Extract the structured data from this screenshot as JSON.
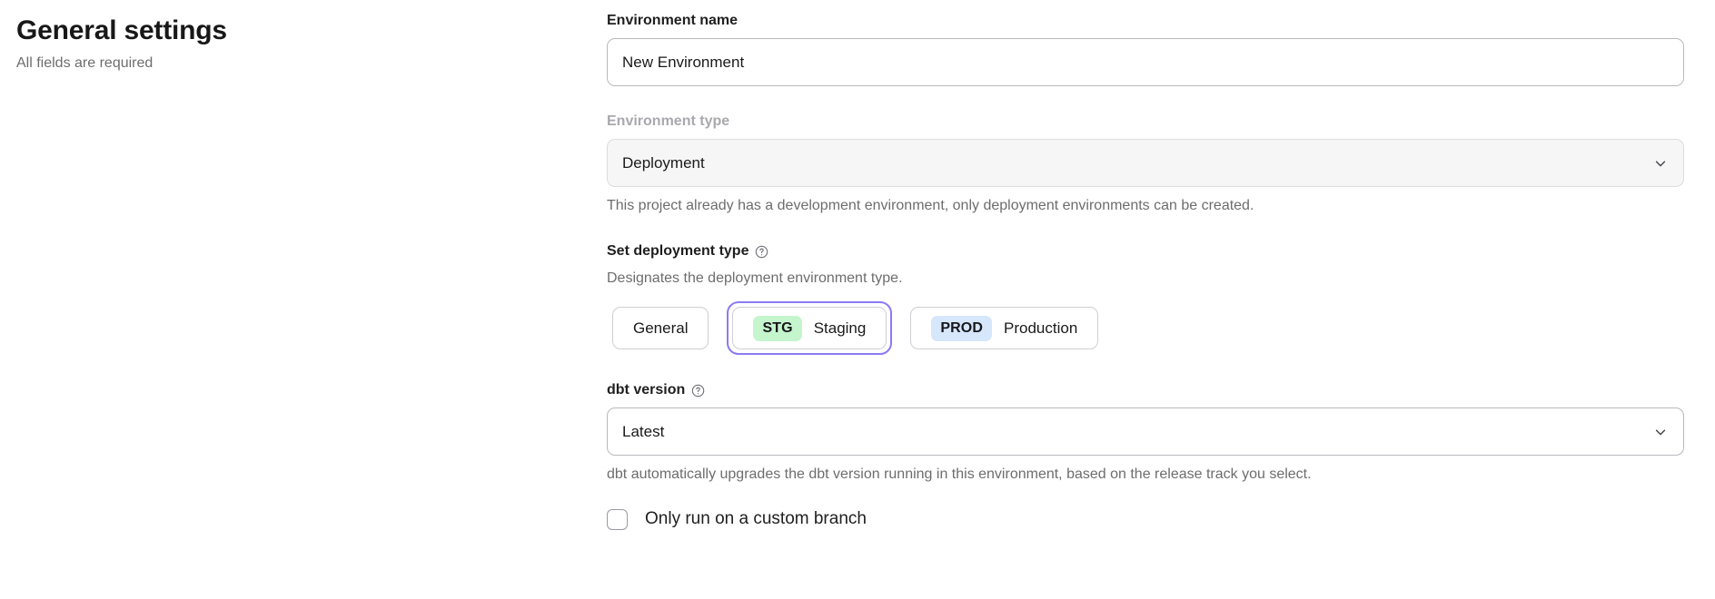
{
  "header": {
    "title": "General settings",
    "subtitle": "All fields are required"
  },
  "form": {
    "environment_name": {
      "label": "Environment name",
      "value": "New Environment",
      "placeholder": "Environment name"
    },
    "environment_type": {
      "label": "Environment type",
      "value": "Deployment",
      "disabled": true,
      "helper": "This project already has a development environment, only deployment environments can be created.",
      "chevron_icon": "chevron-down-icon"
    },
    "deployment_type": {
      "label": "Set deployment type",
      "help_icon": "help-circle-icon",
      "description": "Designates the deployment environment type.",
      "options": [
        {
          "label": "General",
          "badge": "",
          "badge_color": "",
          "selected": false,
          "focused": false
        },
        {
          "label": "Staging",
          "badge": "STG",
          "badge_color": "#c4f5cd",
          "selected": true,
          "focused": true
        },
        {
          "label": "Production",
          "badge": "PROD",
          "badge_color": "#d6e6fb",
          "selected": false,
          "focused": false
        }
      ]
    },
    "dbt_version": {
      "label": "dbt version",
      "help_icon": "help-circle-icon",
      "value": "Latest",
      "helper": "dbt automatically upgrades the dbt version running in this environment, based on the release track you select.",
      "chevron_icon": "chevron-down-icon"
    },
    "custom_branch": {
      "label": "Only run on a custom branch",
      "checked": false
    }
  },
  "colors": {
    "focus_ring": "#8b7cf0",
    "text_primary": "#1f1f1f",
    "text_muted": "#6d6d6d",
    "label_disabled": "#a9a9ad",
    "border": "#b9b9bd",
    "disabled_bg": "#f6f6f7"
  }
}
